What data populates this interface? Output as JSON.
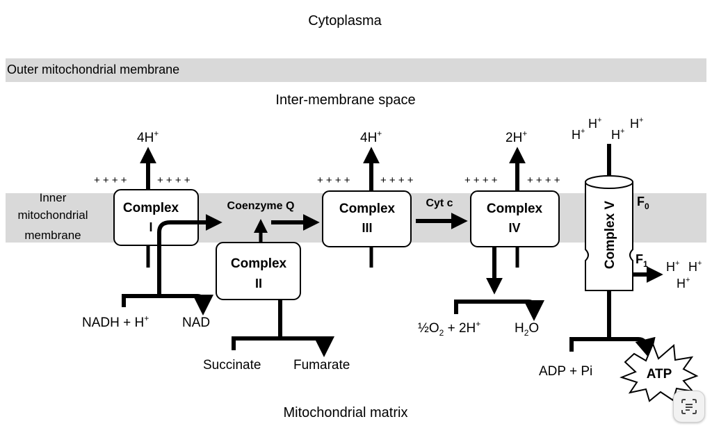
{
  "regions": {
    "cytoplasm": "Cytoplasma",
    "outer_membrane": "Outer mitochondrial membrane",
    "intermembrane_space": "Inter-membrane space",
    "inner_membrane": [
      "Inner",
      "mitochondrial",
      "membrane"
    ],
    "matrix": "Mitochondrial matrix"
  },
  "charges": "+ + + +",
  "complexes": {
    "c1": {
      "name": "Complex",
      "numeral": "I",
      "pumped": "4H",
      "pumped_sup": "+"
    },
    "c2": {
      "name": "Complex",
      "numeral": "II"
    },
    "c3": {
      "name": "Complex",
      "numeral": "III",
      "pumped": "4H",
      "pumped_sup": "+"
    },
    "c4": {
      "name": "Complex",
      "numeral": "IV",
      "pumped": "2H",
      "pumped_sup": "+"
    },
    "c5": {
      "name": "Complex V",
      "f0": "F",
      "f0_sub": "0",
      "f1": "F",
      "f1_sub": "1"
    }
  },
  "carriers": {
    "coenzyme_q": "Coenzyme Q",
    "cyt_c": "Cyt c"
  },
  "substrates": {
    "nadh": "NADH + H",
    "nadh_sup": "+",
    "nad": "NAD",
    "succinate": "Succinate",
    "fumarate": "Fumarate",
    "o2_half": "½O",
    "o2_sub": "2",
    "o2_tail": " + 2H",
    "o2_sup": "+",
    "h2o_h": "H",
    "h2o_sub": "2",
    "h2o_o": "O",
    "adp_pi": "ADP + Pi",
    "atp": "ATP"
  },
  "protons": {
    "h": "H",
    "sup": "+"
  },
  "colors": {
    "membrane": "#d9d9d9",
    "line": "#000000",
    "box_fill": "#ffffff"
  },
  "icons": {
    "badge": "scan-text-icon"
  }
}
